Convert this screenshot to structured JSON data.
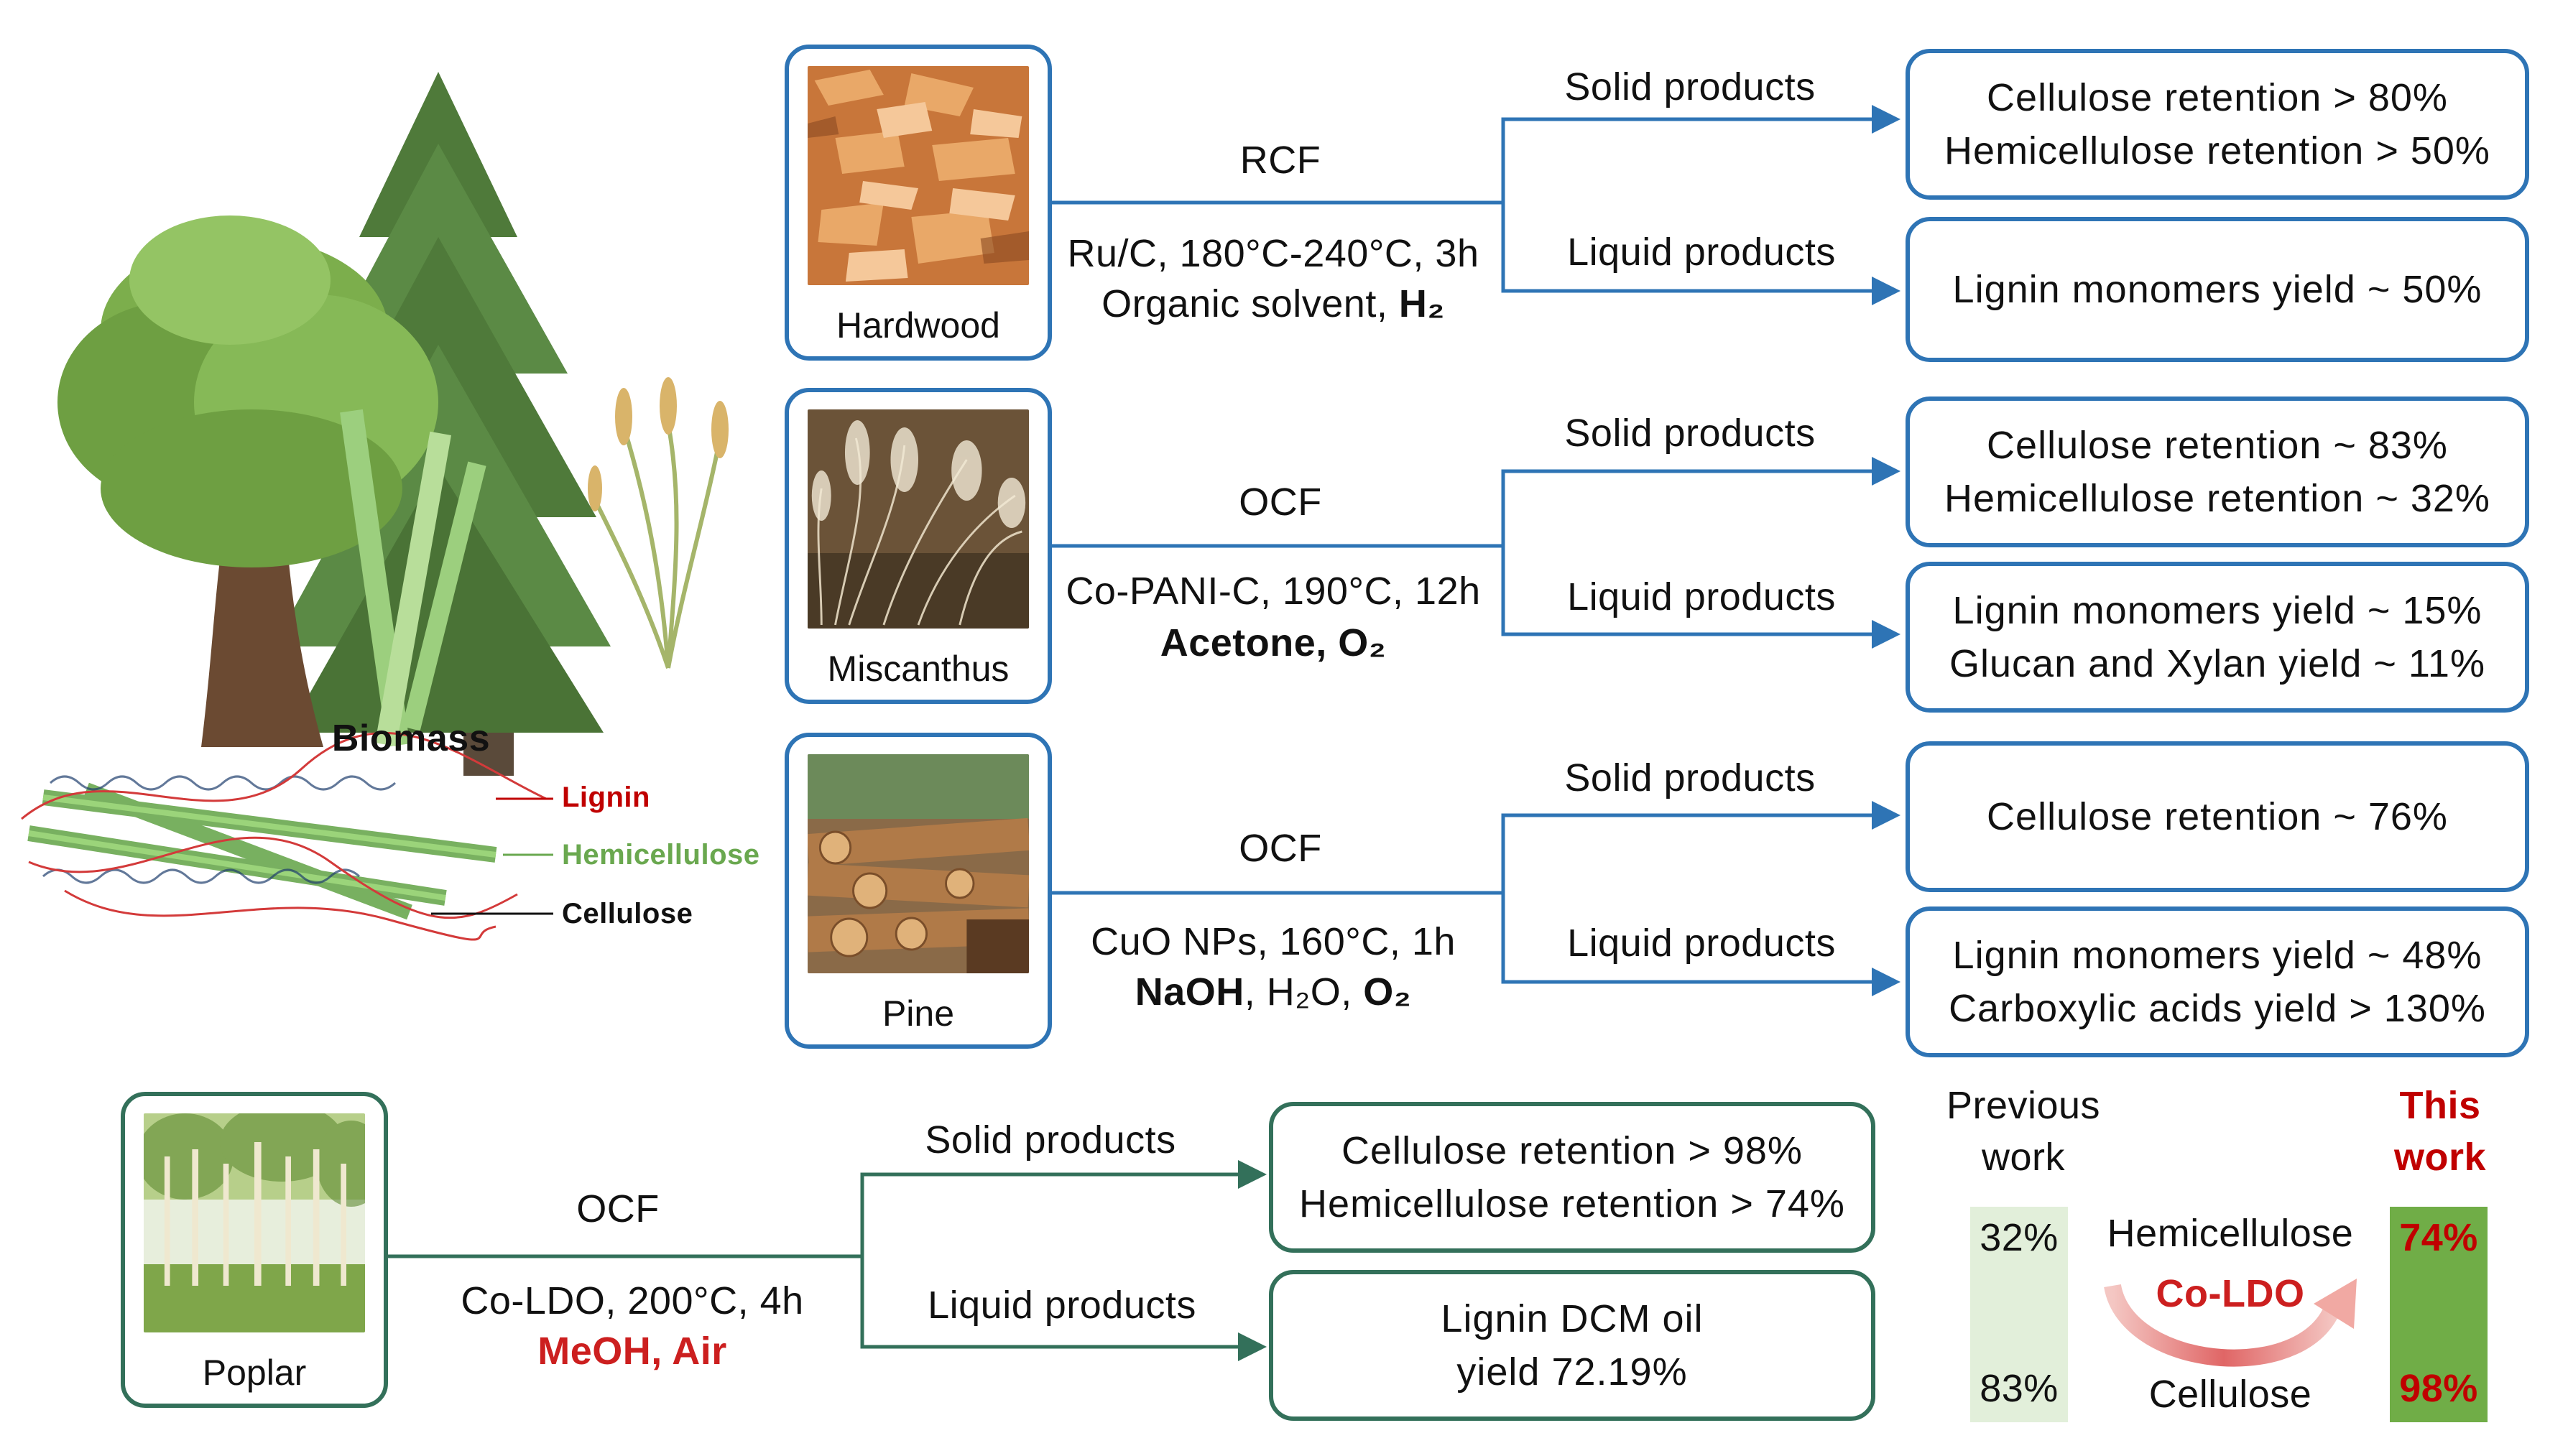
{
  "biomass": {
    "title": "Biomass",
    "lignin_label": "Lignin",
    "hemicellulose_label": "Hemicellulose",
    "cellulose_label": "Cellulose"
  },
  "colors": {
    "previous_box_border": "#2e74b5",
    "this_work_box_border": "#33705a",
    "arrow_blue": "#2e74b5",
    "arrow_green": "#33705a",
    "lignin_red": "#c00000",
    "hemicellulose_green": "#6aa84f",
    "previous_bar": "#e2efda",
    "this_work_bar": "#70ad47"
  },
  "routes": [
    {
      "source": "Hardwood",
      "process": "RCF",
      "cond_line1": "Ru/C, 180°C-240°C, 3h",
      "cond_line2_plain": "Organic solvent,",
      "cond_line2_bold": "H₂",
      "solid_label": "Solid products",
      "liquid_label": "Liquid products",
      "solid_result": [
        "Cellulose retention > 80%",
        "Hemicellulose retention > 50%"
      ],
      "liquid_result": [
        "Lignin monomers yield ~ 50%"
      ]
    },
    {
      "source": "Miscanthus",
      "process": "OCF",
      "cond_line1": "Co-PANI-C, 190°C, 12h",
      "cond_line2_bold": "Acetone, O₂",
      "solid_label": "Solid products",
      "liquid_label": "Liquid products",
      "solid_result": [
        "Cellulose retention ~ 83%",
        "Hemicellulose retention ~ 32%"
      ],
      "liquid_result": [
        "Lignin monomers yield ~ 15%",
        "Glucan and Xylan yield ~ 11%"
      ]
    },
    {
      "source": "Pine",
      "process": "OCF",
      "cond_line1": "CuO NPs, 160°C, 1h",
      "cond_line2_bold_a": "NaOH",
      "cond_line2_plain": ", H₂O, ",
      "cond_line2_bold_b": "O₂",
      "solid_label": "Solid products",
      "liquid_label": "Liquid products",
      "solid_result": [
        "Cellulose retention ~ 76%"
      ],
      "liquid_result": [
        "Lignin monomers yield ~ 48%",
        "Carboxylic acids yield > 130%"
      ]
    }
  ],
  "this_route": {
    "source": "Poplar",
    "process": "OCF",
    "cond_line1": "Co-LDO, 200°C, 4h",
    "cond_line2": "MeOH, Air",
    "solid_label": "Solid products",
    "liquid_label": "Liquid products",
    "solid_result": [
      "Cellulose retention > 98%",
      "Hemicellulose retention > 74%"
    ],
    "liquid_result": [
      "Lignin DCM oil",
      "yield 72.19%"
    ]
  },
  "comparison": {
    "previous_line1": "Previous",
    "previous_line2": "work",
    "this_line1": "This",
    "this_line2": "work",
    "hemicellulose_label": "Hemicellulose",
    "cellulose_label": "Cellulose",
    "catalyst": "Co-LDO",
    "prev_hemicellulose": "32%",
    "prev_cellulose": "83%",
    "this_hemicellulose": "74%",
    "this_cellulose": "98%"
  }
}
